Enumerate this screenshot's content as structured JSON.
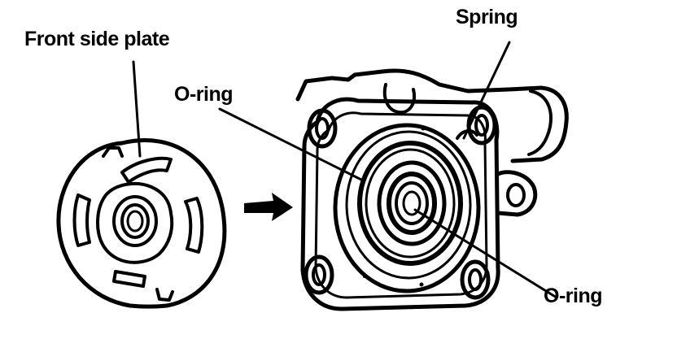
{
  "labels": {
    "front_side_plate": "Front side plate",
    "o_ring_upper": "O-ring",
    "spring": "Spring",
    "o_ring_lower": "O-ring"
  },
  "colors": {
    "ink": "#000000",
    "paper": "#ffffff"
  }
}
